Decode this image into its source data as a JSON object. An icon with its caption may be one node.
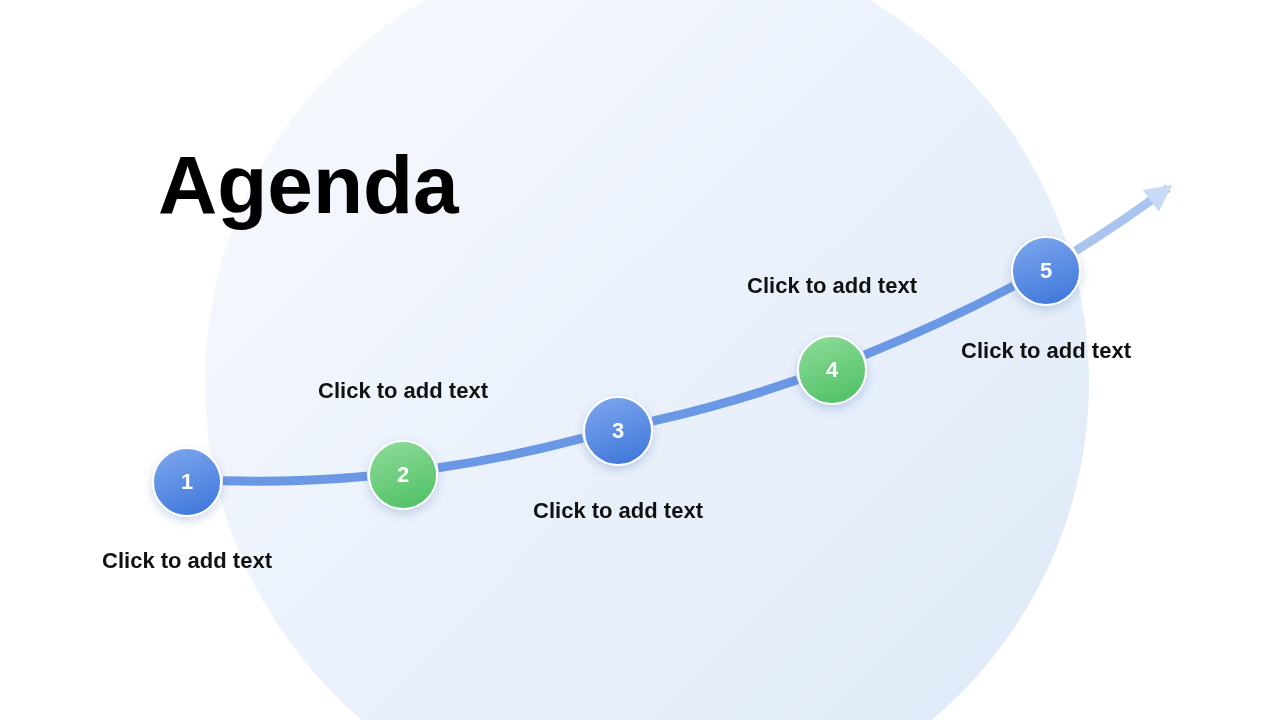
{
  "diagram": {
    "title": "Agenda",
    "nodes": [
      {
        "text": [
          "1"
        ],
        "beside": [
          "Click to add text"
        ]
      },
      {
        "text": [
          "2"
        ],
        "beside": [
          "Click to add text"
        ]
      },
      {
        "text": [
          "3"
        ],
        "beside": [
          "Click to add text"
        ]
      },
      {
        "text": [
          "4"
        ],
        "beside": [
          "Click to add text"
        ]
      },
      {
        "text": [
          "5"
        ],
        "beside": [
          "Click to add text"
        ]
      }
    ],
    "edges": [
      {
        "from": 0,
        "to": 1,
        "arrow": "none"
      },
      {
        "from": 1,
        "to": 2,
        "arrow": "none"
      },
      {
        "from": 2,
        "to": 3,
        "arrow": "none"
      },
      {
        "from": 3,
        "to": 4,
        "arrow": "none"
      },
      {
        "from": 4,
        "to": null,
        "arrow": "to"
      }
    ]
  }
}
